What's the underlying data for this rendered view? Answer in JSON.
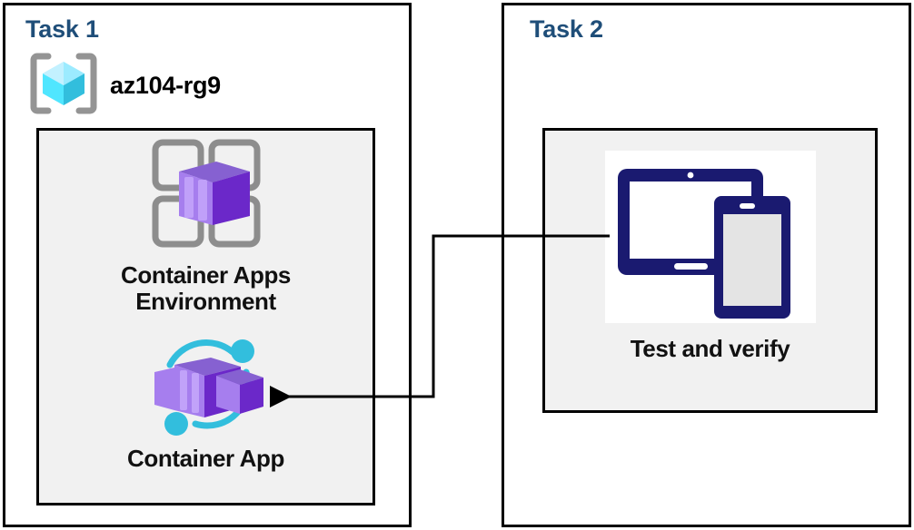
{
  "diagram": {
    "title_color": "#1F4E79",
    "background": "#ffffff",
    "panel_fill": "#F1F1F1",
    "border_color": "#000000"
  },
  "task1": {
    "title": "Task 1",
    "resource_group": {
      "icon": "resource-group-icon",
      "label": "az104-rg9",
      "cube_color": "#32BEDD",
      "bracket_color": "#949494"
    },
    "resources": [
      {
        "icon": "container-apps-environment-icon",
        "label": "Container Apps\nEnvironment",
        "accent_color": "#7A32D4",
        "frame_color": "#8D8D8D"
      },
      {
        "icon": "container-app-icon",
        "label": "Container App",
        "accent_color": "#7A32D4",
        "arc_color": "#32BEDD"
      }
    ]
  },
  "task2": {
    "title": "Task 2",
    "resources": [
      {
        "icon": "test-and-verify-devices-icon",
        "label": "Test and verify",
        "device_color": "#1A1A70",
        "screen_color": "#E4E4E4"
      }
    ]
  },
  "connector": {
    "name": "task2-to-container-app-arrow",
    "direction": "right-to-left",
    "stroke": "#000000",
    "from": "Test and verify",
    "to": "Container App"
  }
}
